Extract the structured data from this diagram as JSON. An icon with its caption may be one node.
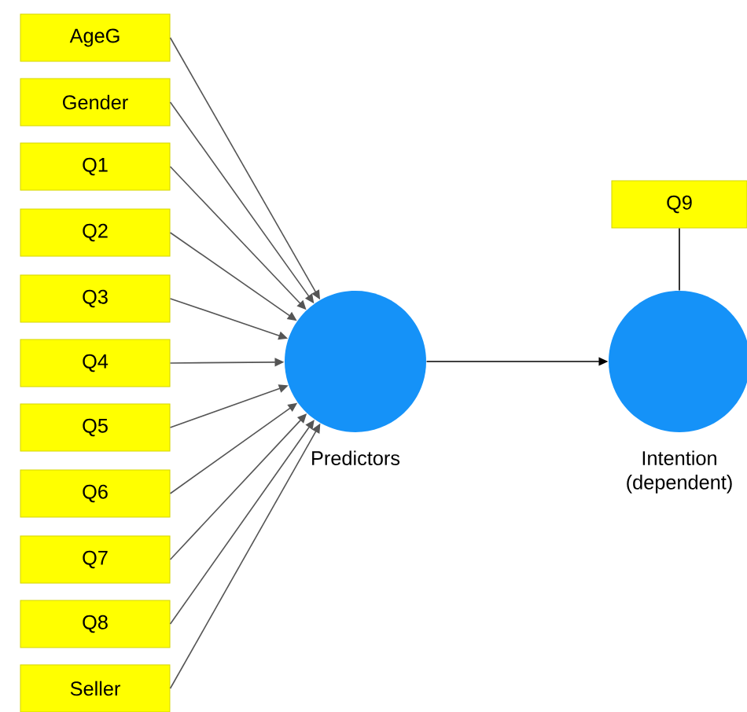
{
  "diagram": {
    "nodes": [
      {
        "text": [
          "AgeG"
        ]
      },
      {
        "text": [
          "Gender"
        ]
      },
      {
        "text": [
          "Q1"
        ]
      },
      {
        "text": [
          "Q2"
        ]
      },
      {
        "text": [
          "Q3"
        ]
      },
      {
        "text": [
          "Q4"
        ]
      },
      {
        "text": [
          "Q5"
        ]
      },
      {
        "text": [
          "Q6"
        ]
      },
      {
        "text": [
          "Q7"
        ]
      },
      {
        "text": [
          "Q8"
        ]
      },
      {
        "text": [
          "Seller"
        ]
      },
      {
        "text": [
          "Predictors"
        ]
      },
      {
        "text": [
          "Q9"
        ]
      },
      {
        "text": [
          "Intention (dependent)"
        ]
      }
    ],
    "edges": [
      {
        "from": 0,
        "to": 11,
        "arrow": "to"
      },
      {
        "from": 1,
        "to": 11,
        "arrow": "to"
      },
      {
        "from": 2,
        "to": 11,
        "arrow": "to"
      },
      {
        "from": 3,
        "to": 11,
        "arrow": "to"
      },
      {
        "from": 4,
        "to": 11,
        "arrow": "to"
      },
      {
        "from": 5,
        "to": 11,
        "arrow": "to"
      },
      {
        "from": 6,
        "to": 11,
        "arrow": "to"
      },
      {
        "from": 7,
        "to": 11,
        "arrow": "to"
      },
      {
        "from": 8,
        "to": 11,
        "arrow": "to"
      },
      {
        "from": 9,
        "to": 11,
        "arrow": "to"
      },
      {
        "from": 10,
        "to": 11,
        "arrow": "to"
      },
      {
        "from": 11,
        "to": 13,
        "arrow": "to"
      },
      {
        "from": 12,
        "to": 13,
        "arrow": "none"
      }
    ]
  }
}
